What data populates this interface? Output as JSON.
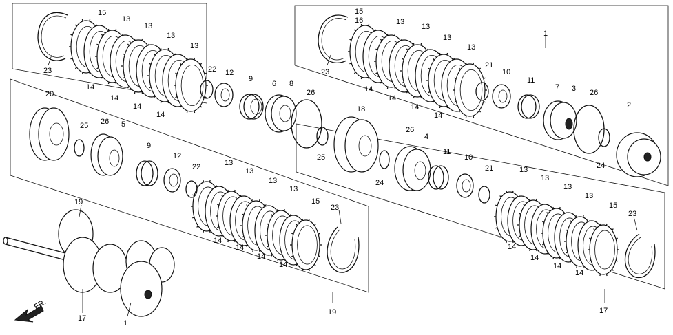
{
  "callouts": {
    "c15a": "15",
    "c13a": "13",
    "c13b": "13",
    "c13c": "13",
    "c13d": "13",
    "c23a": "23",
    "c14a": "14",
    "c14b": "14",
    "c14c": "14",
    "c14d": "14",
    "c22a": "22",
    "c12a": "12",
    "c9a": "9",
    "c6": "6",
    "c8": "8",
    "c26a": "26",
    "c25a": "25",
    "c15b": "15",
    "c16": "16",
    "c13e": "13",
    "c13f": "13",
    "c13g": "13",
    "c13h": "13",
    "c23b": "23",
    "c14e": "14",
    "c14f": "14",
    "c14g": "14",
    "c14h": "14",
    "c1a": "1",
    "c21a": "21",
    "c10a": "10",
    "c11a": "11",
    "c7": "7",
    "c3": "3",
    "c26b": "26",
    "c2": "2",
    "c24a": "24",
    "c20": "20",
    "c25b": "25",
    "c26c": "26",
    "c5": "5",
    "c9b": "9",
    "c12b": "12",
    "c22b": "22",
    "c13i": "13",
    "c13j": "13",
    "c13k": "13",
    "c13l": "13",
    "c15c": "15",
    "c23c": "23",
    "c14i": "14",
    "c14j": "14",
    "c14k": "14",
    "c14l": "14",
    "c19a": "19",
    "c18": "18",
    "c26d": "26",
    "c4": "4",
    "c11b": "11",
    "c10b": "10",
    "c21b": "21",
    "c24b": "24",
    "c13m": "13",
    "c13n": "13",
    "c13o": "13",
    "c13p": "13",
    "c15d": "15",
    "c23d": "23",
    "c14m": "14",
    "c14n": "14",
    "c14o": "14",
    "c14p": "14",
    "c17a": "17",
    "c19b": "19",
    "c17b": "17",
    "c1b": "1",
    "fr": "FR."
  }
}
